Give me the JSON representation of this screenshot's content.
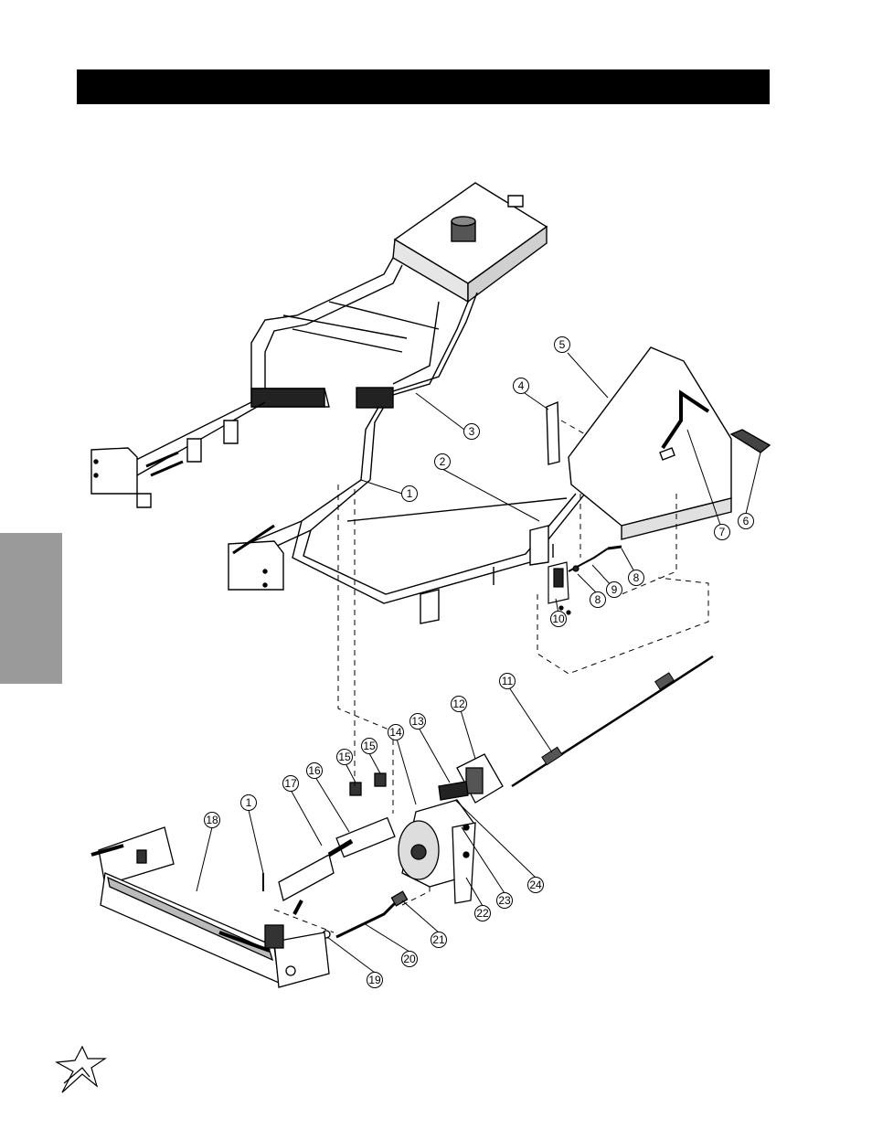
{
  "callouts": [
    {
      "id": "c1a",
      "label": "1"
    },
    {
      "id": "c2",
      "label": "2"
    },
    {
      "id": "c3",
      "label": "3"
    },
    {
      "id": "c4",
      "label": "4"
    },
    {
      "id": "c5",
      "label": "5"
    },
    {
      "id": "c6",
      "label": "6"
    },
    {
      "id": "c7",
      "label": "7"
    },
    {
      "id": "c8a",
      "label": "8"
    },
    {
      "id": "c8b",
      "label": "8"
    },
    {
      "id": "c9",
      "label": "9"
    },
    {
      "id": "c10",
      "label": "10"
    },
    {
      "id": "c11",
      "label": "11"
    },
    {
      "id": "c12",
      "label": "12"
    },
    {
      "id": "c13",
      "label": "13"
    },
    {
      "id": "c14",
      "label": "14"
    },
    {
      "id": "c15a",
      "label": "15"
    },
    {
      "id": "c15b",
      "label": "15"
    },
    {
      "id": "c16",
      "label": "16"
    },
    {
      "id": "c17",
      "label": "17"
    },
    {
      "id": "c1b",
      "label": "1"
    },
    {
      "id": "c18",
      "label": "18"
    },
    {
      "id": "c19",
      "label": "19"
    },
    {
      "id": "c20",
      "label": "20"
    },
    {
      "id": "c21",
      "label": "21"
    },
    {
      "id": "c22",
      "label": "22"
    },
    {
      "id": "c23",
      "label": "23"
    },
    {
      "id": "c24",
      "label": "24"
    }
  ],
  "colors": {
    "ink": "#000000",
    "tab": "#9a9a9a",
    "panel": "#ffffff"
  },
  "icons": {
    "logo": "star-burst-logo"
  }
}
